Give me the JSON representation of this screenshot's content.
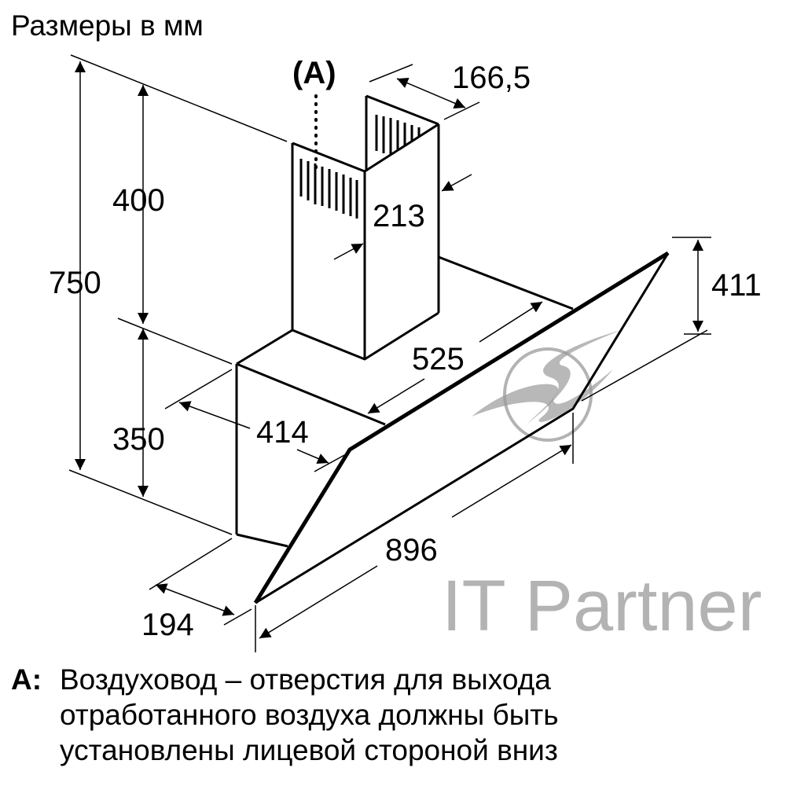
{
  "title": "Размеры в мм",
  "callout": "(A)",
  "dimensions": {
    "chimney_depth": "166,5",
    "chimney_width": "213",
    "chimney_height": "400",
    "total_height": "750",
    "body_height": "350",
    "glass_height": "411",
    "hood_depth": "525",
    "body_width": "414",
    "width": "896",
    "bottom_depth": "194"
  },
  "watermark": "IT Partner",
  "note": {
    "key": "A:",
    "lines": [
      "Воздуховод – отверстия для выхода",
      "отработанного воздуха должны быть",
      "установлены лицевой стороной вниз"
    ]
  }
}
